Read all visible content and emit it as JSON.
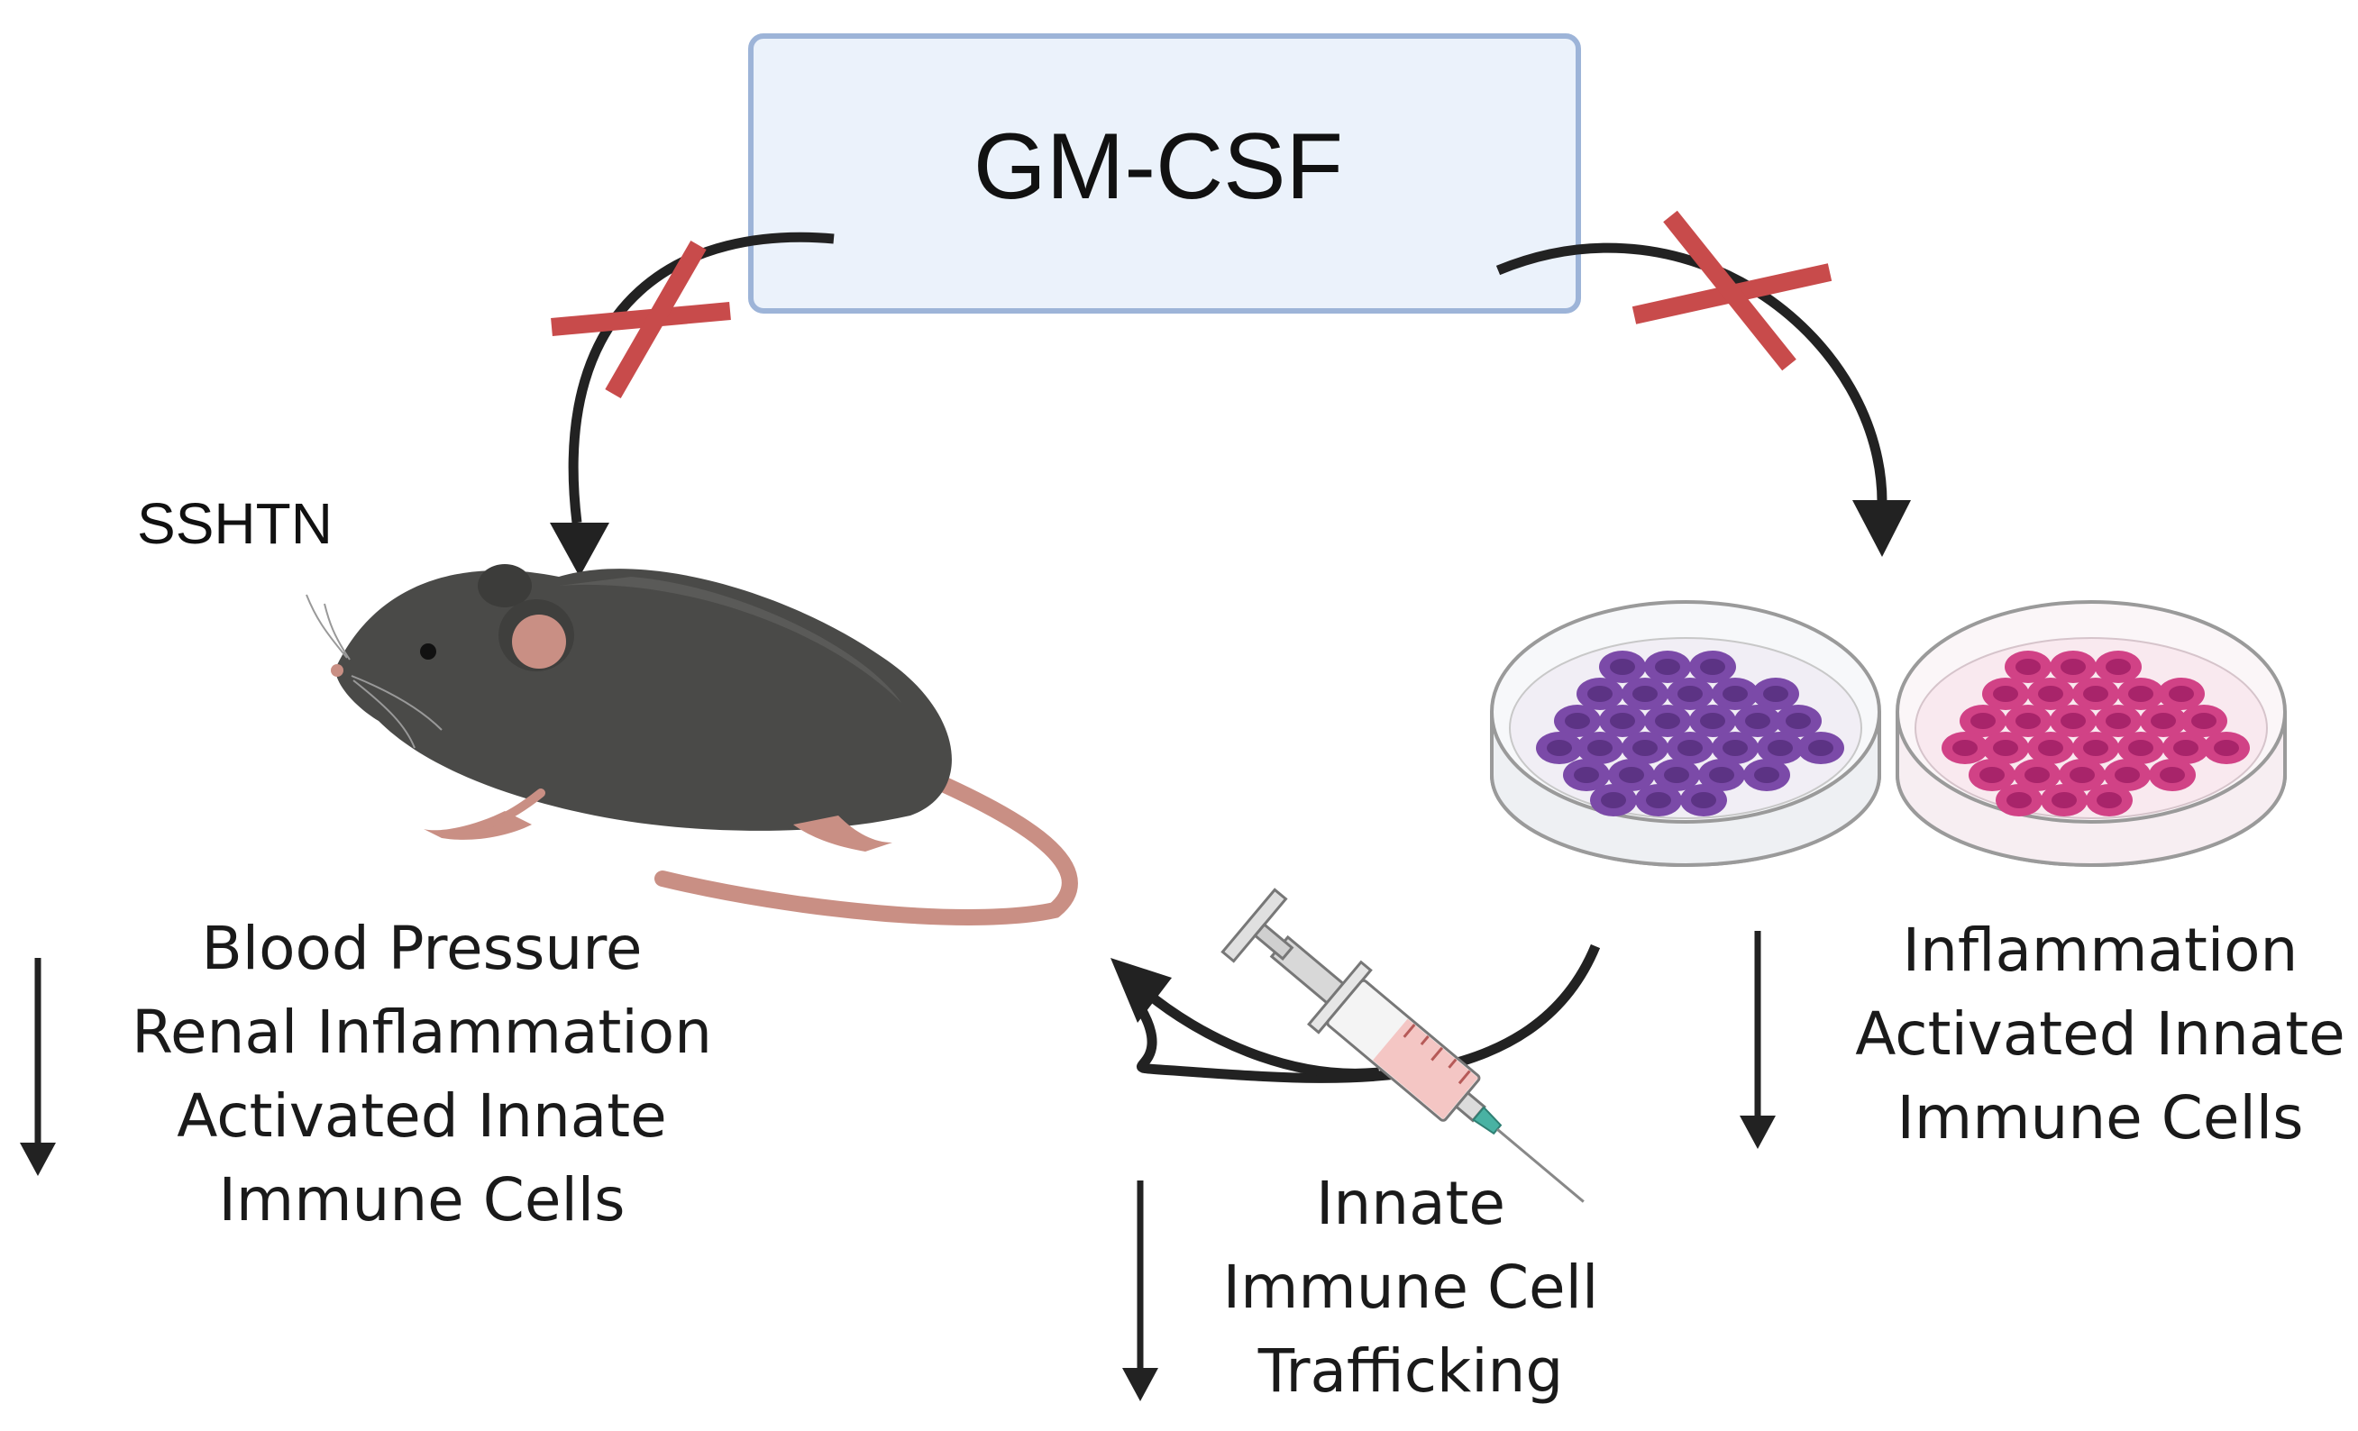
{
  "center_box": {
    "label": "GM-CSF"
  },
  "model_label": "SSHTN",
  "mouse_outcomes": [
    "Blood Pressure",
    "Renal Inflammation",
    "Activated Innate",
    "Immune Cells"
  ],
  "dish_outcomes": [
    "Inflammation",
    "Activated Innate",
    "Immune Cells"
  ],
  "trafficking": [
    "Innate",
    "Immune Cell",
    "Trafficking"
  ],
  "colors": {
    "box_fill": "#ebf2fb",
    "box_stroke": "#9db4d8",
    "arrow": "#222222",
    "cross": "#c84b4b",
    "mouse_body": "#4a4a48",
    "mouse_pink": "#c98f84",
    "dish_purple": "#6b3d9a",
    "dish_magenta": "#c7337d",
    "syringe_fluid": "#f4c6c4"
  }
}
